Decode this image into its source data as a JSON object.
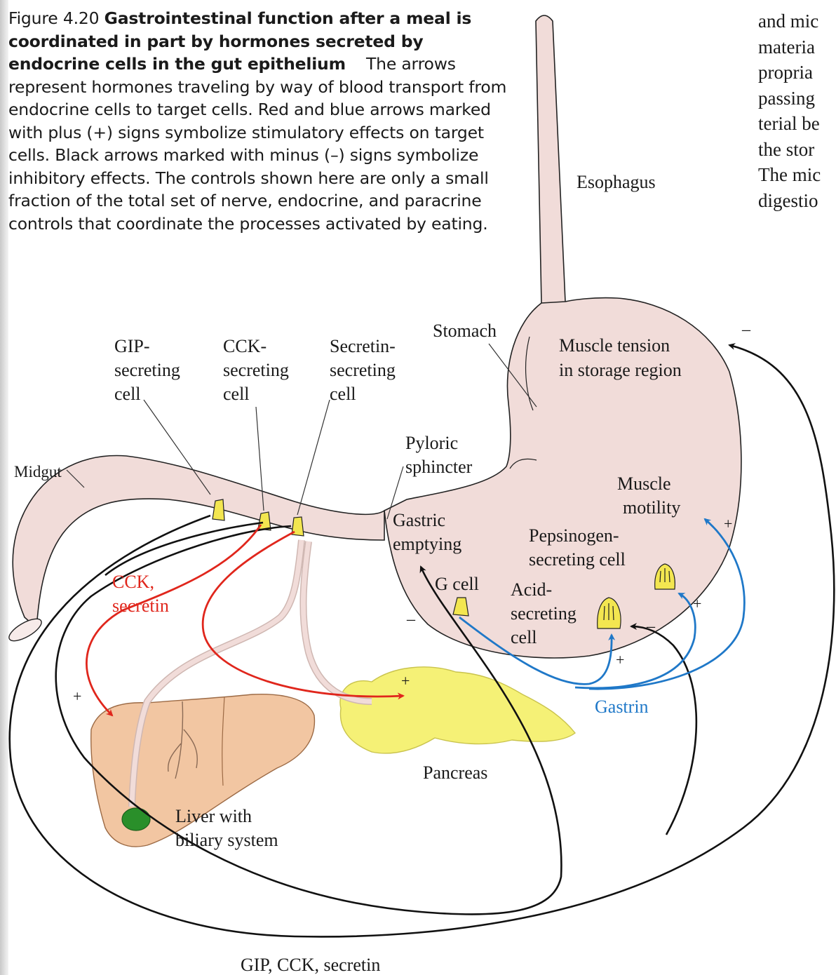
{
  "caption": {
    "figure_number": "Figure 4.20",
    "title": "Gastrointestinal function after a meal is coordinated in part by hormones secreted by endocrine cells in the gut epithelium",
    "body": "The arrows represent hormones traveling by way of blood transport from endocrine cells to target cells. Red and blue arrows marked with plus (+) signs symbolize stimulatory effects on target cells. Black arrows marked with minus (–) signs symbolize inhibitory effects. The controls shown here are only a small fraction of the total set of nerve, endocrine, and paracrine controls that coordinate the processes activated by eating."
  },
  "side_text_lines": [
    "and mic",
    "materia",
    "propria",
    "passing",
    "terial be",
    "the stor",
    "The mic",
    "digestio"
  ],
  "labels": {
    "esophagus": "Esophagus",
    "stomach": "Stomach",
    "muscle_tension": [
      "Muscle tension",
      "in storage region"
    ],
    "gip_cell": [
      "GIP-",
      "secreting",
      "cell"
    ],
    "cck_cell": [
      "CCK-",
      "secreting",
      "cell"
    ],
    "secretin_cell": [
      "Secretin-",
      "secreting",
      "cell"
    ],
    "midgut": "Midgut",
    "pyloric_sphincter": [
      "Pyloric",
      "sphincter"
    ],
    "gastric_emptying": [
      "Gastric",
      "emptying"
    ],
    "muscle_motility": [
      "Muscle",
      "motility"
    ],
    "pepsinogen_cell": [
      "Pepsinogen-",
      "secreting cell"
    ],
    "g_cell": "G cell",
    "acid_cell": [
      "Acid-",
      "secreting",
      "cell"
    ],
    "cck_secretin": [
      "CCK,",
      "secretin"
    ],
    "gastrin": "Gastrin",
    "pancreas": "Pancreas",
    "liver": [
      "Liver with",
      "biliary system"
    ],
    "gip_cck_secretin": "GIP, CCK, secretin"
  },
  "signs": {
    "plus": "+",
    "minus": "–"
  },
  "colors": {
    "stimulatory_red": "#e0261c",
    "stimulatory_blue": "#1f78c8",
    "inhibitory_black": "#111111",
    "gut_pink": "#f1dcd9",
    "liver": "#f2c6a2",
    "pancreas": "#f5f176",
    "gallbladder": "#2a8f2a",
    "endocrine_cell": "#f3e650"
  }
}
